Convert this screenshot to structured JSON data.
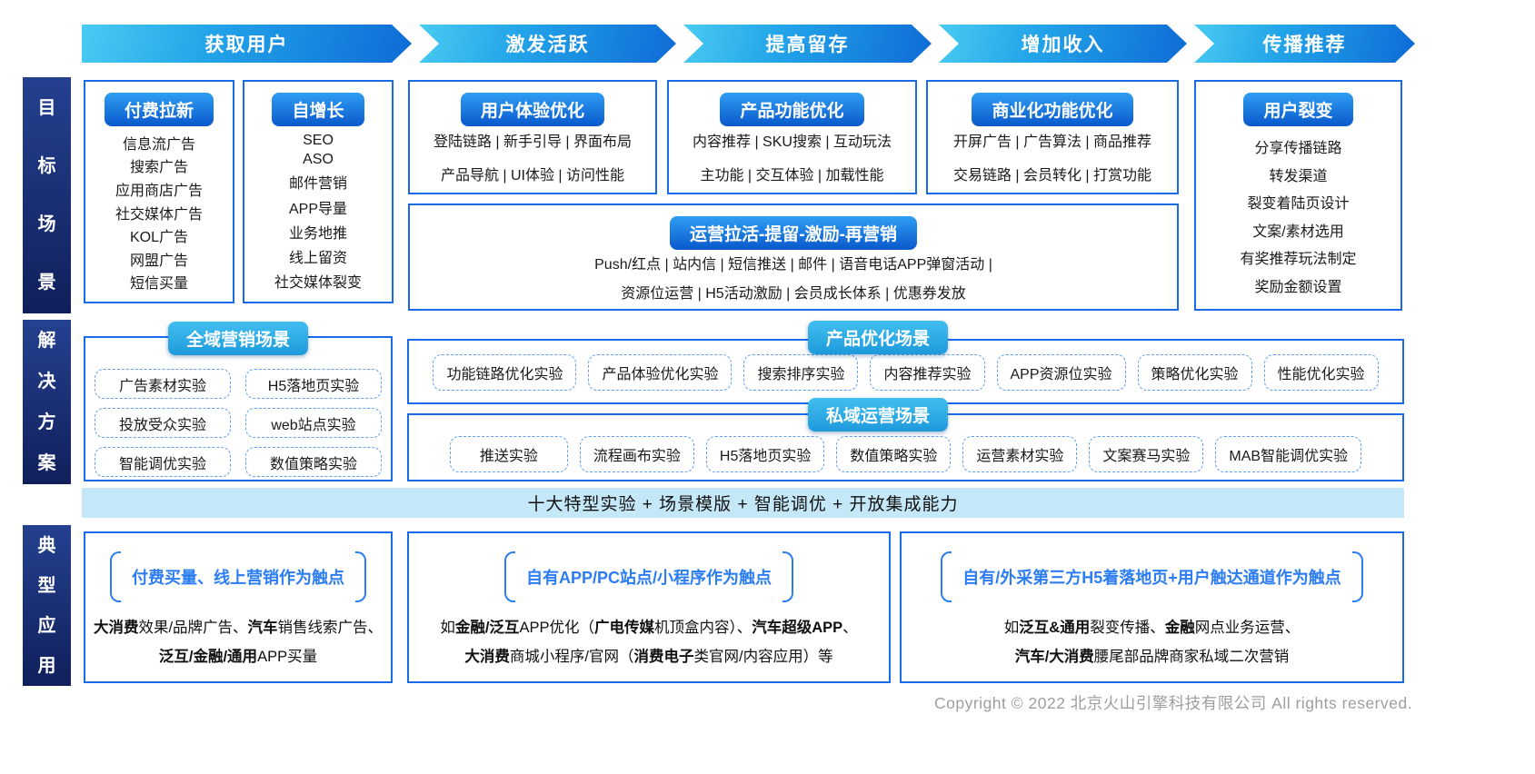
{
  "funnel": {
    "stages": [
      {
        "label": "获取用户"
      },
      {
        "label": "激发活跃"
      },
      {
        "label": "提高留存"
      },
      {
        "label": "增加收入"
      },
      {
        "label": "传播推荐"
      }
    ]
  },
  "sidebar": {
    "sections": [
      {
        "label": "目标场景"
      },
      {
        "label": "解决方案"
      },
      {
        "label": "典型应用"
      }
    ]
  },
  "target": {
    "paid": {
      "title": "付费拉新",
      "items": [
        "信息流广告",
        "搜索广告",
        "应用商店广告",
        "社交媒体广告",
        "KOL广告",
        "网盟广告",
        "短信买量"
      ]
    },
    "organic": {
      "title": "自增长",
      "items": [
        "SEO",
        "ASO",
        "邮件营销",
        "APP导量",
        "业务地推",
        "线上留资",
        "社交媒体裂变"
      ]
    },
    "ux": {
      "title": "用户体验优化",
      "lines": [
        "登陆链路 | 新手引导 | 界面布局",
        "产品导航 | UI体验 | 访问性能"
      ]
    },
    "product": {
      "title": "产品功能优化",
      "lines": [
        "内容推荐 | SKU搜索 | 互动玩法",
        "主功能 | 交互体验 | 加载性能"
      ]
    },
    "commercial": {
      "title": "商业化功能优化",
      "lines": [
        "开屏广告 | 广告算法 | 商品推荐",
        "交易链路 | 会员转化 | 打赏功能"
      ]
    },
    "operation": {
      "title": "运营拉活-提留-激励-再营销",
      "lines": [
        "Push/红点 | 站内信 | 短信推送 | 邮件 | 语音电话APP弹窗活动 |",
        "资源位运营 | H5活动激励 | 会员成长体系 | 优惠券发放"
      ]
    },
    "fission": {
      "title": "用户裂变",
      "items": [
        "分享传播链路",
        "转发渠道",
        "裂变着陆页设计",
        "文案/素材选用",
        "有奖推荐玩法制定",
        "奖励金额设置"
      ]
    }
  },
  "solution": {
    "omni": {
      "title": "全域营销场景",
      "pills": [
        "广告素材实验",
        "H5落地页实验",
        "投放受众实验",
        "web站点实验",
        "智能调优实验",
        "数值策略实验"
      ]
    },
    "product_opt": {
      "title": "产品优化场景",
      "pills": [
        "功能链路优化实验",
        "产品体验优化实验",
        "搜索排序实验",
        "内容推荐实验",
        "APP资源位实验",
        "策略优化实验",
        "性能优化实验"
      ]
    },
    "private_ops": {
      "title": "私域运营场景",
      "pills": [
        "推送实验",
        "流程画布实验",
        "H5落地页实验",
        "数值策略实验",
        "运营素材实验",
        "文案赛马实验",
        "MAB智能调优实验"
      ]
    },
    "banner": "十大特型实验 + 场景模版 + 智能调优 + 开放集成能力"
  },
  "apps": {
    "cards": [
      {
        "title": "付费买量、线上营销作为触点",
        "lines": [
          [
            {
              "t": "大消费",
              "b": true
            },
            {
              "t": "效果/品牌广告、",
              "b": false
            },
            {
              "t": "汽车",
              "b": true
            },
            {
              "t": "销售线索广告、",
              "b": false
            }
          ],
          [
            {
              "t": "泛互/金融/通用",
              "b": true
            },
            {
              "t": "APP买量",
              "b": false
            }
          ]
        ]
      },
      {
        "title": "自有APP/PC站点/小程序作为触点",
        "lines": [
          [
            {
              "t": "如",
              "b": false
            },
            {
              "t": "金融/泛互",
              "b": true
            },
            {
              "t": "APP优化（",
              "b": false
            },
            {
              "t": "广电传媒",
              "b": true
            },
            {
              "t": "机顶盒内容）、",
              "b": false
            },
            {
              "t": "汽车超级APP",
              "b": true
            },
            {
              "t": "、",
              "b": false
            }
          ],
          [
            {
              "t": "大消费",
              "b": true
            },
            {
              "t": "商城小程序/官网（",
              "b": false
            },
            {
              "t": "消费电子",
              "b": true
            },
            {
              "t": "类官网/内容应用）等",
              "b": false
            }
          ]
        ]
      },
      {
        "title": "自有/外采第三方H5着落地页+用户触达通道作为触点",
        "lines": [
          [
            {
              "t": "如",
              "b": false
            },
            {
              "t": "泛互&通用",
              "b": true
            },
            {
              "t": "裂变传播、",
              "b": false
            },
            {
              "t": "金融",
              "b": true
            },
            {
              "t": "网点业务运营、",
              "b": false
            }
          ],
          [
            {
              "t": "汽车/大消费",
              "b": true
            },
            {
              "t": "腰尾部品牌商家私域二次营销",
              "b": false
            }
          ]
        ]
      }
    ]
  },
  "footer": {
    "copyright": "Copyright © 2022 北京火山引擎科技有限公司 All rights reserved."
  },
  "colors": {
    "arrow_gradient_start": "#49CBF2",
    "arrow_gradient_end": "#0E6BD6",
    "sidebar_navy_top": "#24418F",
    "sidebar_navy_bottom": "#101F5C",
    "box_border_blue": "#1A6BE8",
    "pill_gradient_top": "#2F9FF3",
    "pill_gradient_bottom": "#0A58CC",
    "cyan_header_top": "#41BEEF",
    "cyan_header_bottom": "#1E9ADC",
    "dashed_pill_border": "#5FA0F5",
    "banner_bg": "#C5E8F8",
    "bracket_blue": "#2C7CF2",
    "footer_gray": "#9E9E9E"
  }
}
